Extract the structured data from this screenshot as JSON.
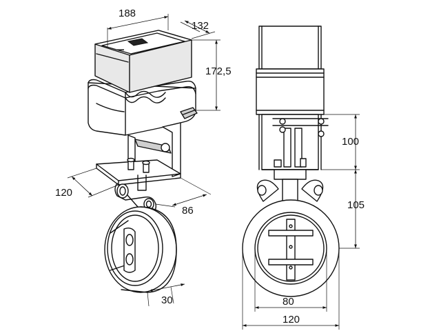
{
  "dimensions": {
    "actuator_width": "188",
    "actuator_depth": "132",
    "actuator_height": "172,5",
    "bracket_height": "100",
    "valve_half_height": "105",
    "flange_width_side": "120",
    "bracket_depth": "86",
    "valve_body_thickness": "30",
    "disc_diameter": "80",
    "valve_body_width": "120"
  },
  "colors": {
    "line": "#111111",
    "background": "#ffffff"
  }
}
